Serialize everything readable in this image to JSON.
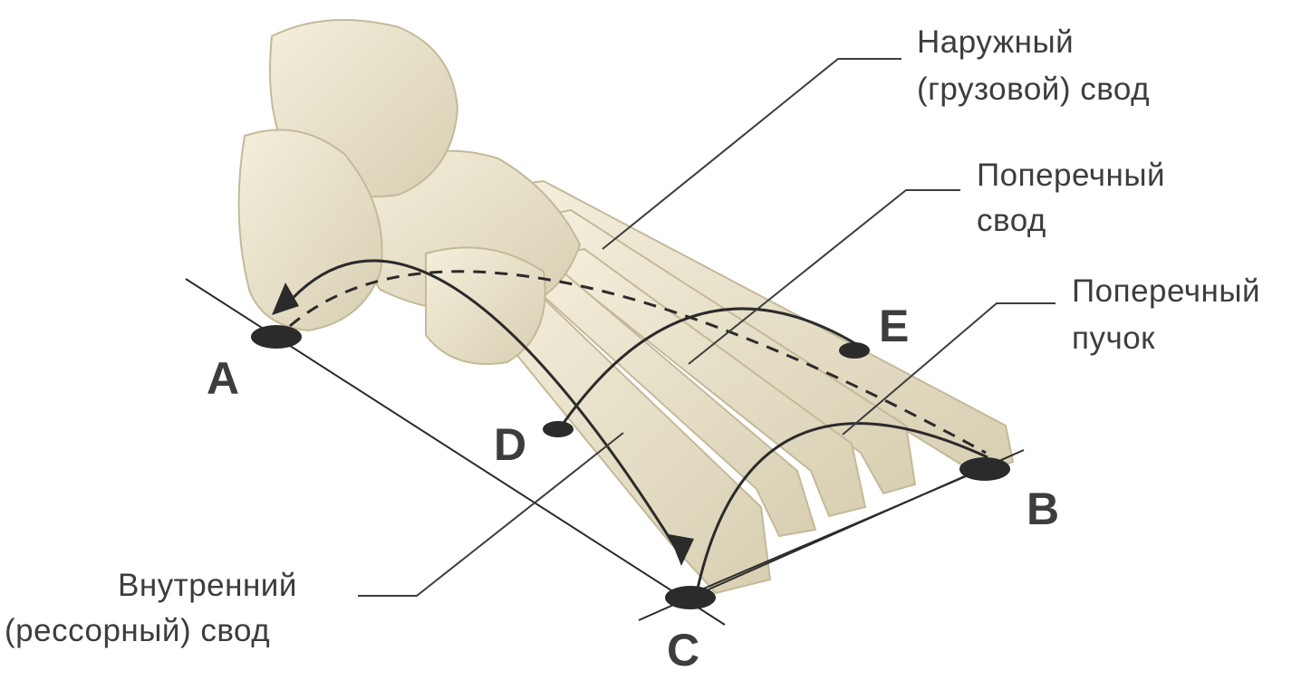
{
  "labels": {
    "outer_arch": [
      "Наружный",
      "(грузовой) свод"
    ],
    "transverse_arch": [
      "Поперечный",
      "свод"
    ],
    "transverse_bundle": [
      "Поперечный",
      "пучок"
    ],
    "inner_arch": [
      "Внутренний",
      "(рессорный) свод"
    ]
  },
  "points": {
    "A": "A",
    "B": "B",
    "C": "C",
    "D": "D",
    "E": "E"
  },
  "colors": {
    "bone": "#ebe4cc",
    "bone_shadow": "#c9bf9e",
    "line": "#2b2b2b",
    "text": "#3d3d3d"
  }
}
